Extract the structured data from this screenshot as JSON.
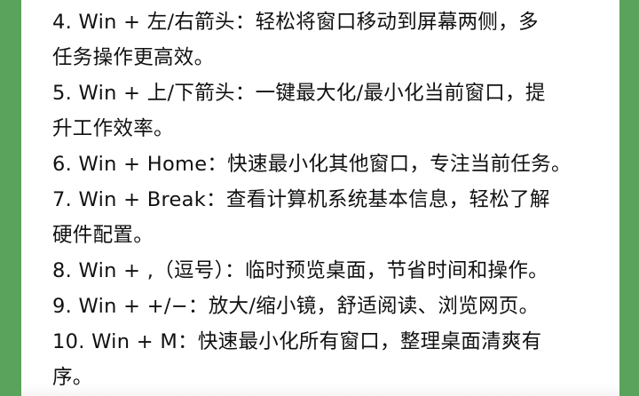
{
  "tips": [
    {
      "line1": "4. Win + 左/右箭头：轻松将窗口移动到屏幕两侧，多",
      "line2": "任务操作更高效。"
    },
    {
      "line1": "5. Win + 上/下箭头：一键最大化/最小化当前窗口，提",
      "line2": "升工作效率。"
    },
    {
      "line1": "6. Win + Home：快速最小化其他窗口，专注当前任务。"
    },
    {
      "line1": "7. Win + Break：查看计算机系统基本信息，轻松了解",
      "line2": "硬件配置。"
    },
    {
      "line1": "8. Win + ,（逗号）：临时预览桌面，节省时间和操作。"
    },
    {
      "line1": "9. Win + +/−：放大/缩小镜，舒适阅读、浏览网页。"
    },
    {
      "line1": "10. Win + M：快速最小化所有窗口，整理桌面清爽有",
      "line2": "序。"
    }
  ]
}
